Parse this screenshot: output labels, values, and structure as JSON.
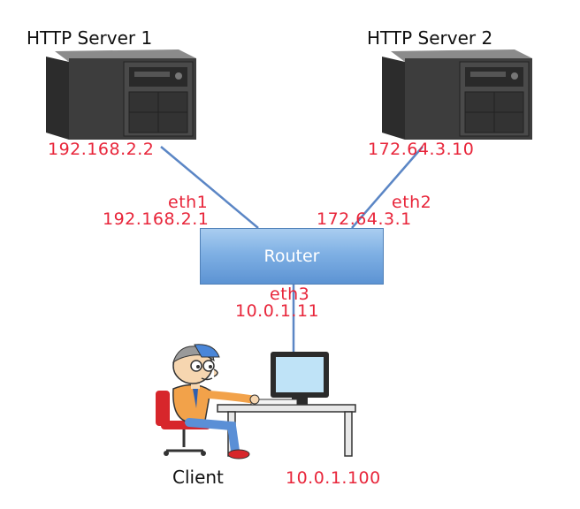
{
  "servers": [
    {
      "name": "HTTP Server 1",
      "ip": "192.168.2.2"
    },
    {
      "name": "HTTP Server 2",
      "ip": "172.64.3.10"
    }
  ],
  "router": {
    "label": "Router",
    "interfaces": [
      {
        "name": "eth1",
        "ip": "192.168.2.1"
      },
      {
        "name": "eth2",
        "ip": "172.64.3.1"
      },
      {
        "name": "eth3",
        "ip": "10.0.1.11"
      }
    ]
  },
  "client": {
    "label": "Client",
    "ip": "10.0.1.100"
  },
  "colors": {
    "ip_text": "#e8253a",
    "link_line": "#5b86c5",
    "router_fill": "#6fa3dd"
  }
}
